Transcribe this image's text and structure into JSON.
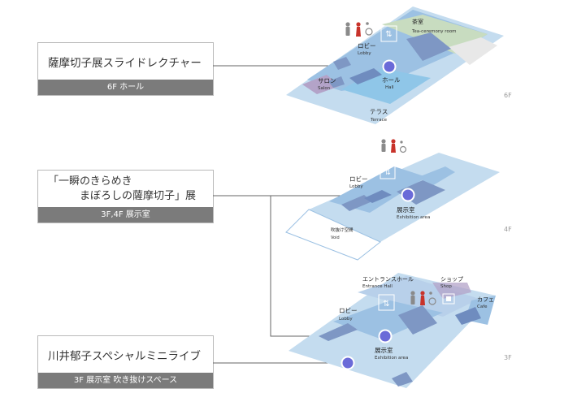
{
  "cards": [
    {
      "title_lines": [
        "薩摩切子展スライドレクチャー"
      ],
      "subtitle": "6F ホール"
    },
    {
      "title_lines": [
        "「一瞬のきらめき",
        "　　　まぼろしの薩摩切子」展"
      ],
      "subtitle": "3F,4F 展示室"
    },
    {
      "title_lines": [
        "川井郁子スペシャルミニライブ"
      ],
      "subtitle": "3F 展示室 吹き抜けスペース"
    }
  ],
  "floors": {
    "f6": {
      "floor": "6F",
      "labels": {
        "tea_jp": "茶室",
        "tea_en": "Tea-ceremony room",
        "lobby_jp": "ロビー",
        "lobby_en": "Lobby",
        "hall_jp": "ホール",
        "hall_en": "Hall",
        "salon_jp": "サロン",
        "salon_en": "Salon",
        "terrace_jp": "テラス",
        "terrace_en": "Terrace"
      }
    },
    "f4": {
      "floor": "4F",
      "labels": {
        "lobby_jp": "ロビー",
        "lobby_en": "Lobby",
        "exh_jp": "展示室",
        "exh_en": "Exhibition area",
        "void_jp": "吹抜け空間",
        "void_en": "Void"
      }
    },
    "f3": {
      "floor": "3F",
      "labels": {
        "entrance_jp": "エントランスホール",
        "entrance_en": "Entrance Hall",
        "shop_jp": "ショップ",
        "shop_en": "Shop",
        "cafe_jp": "カフェ",
        "cafe_en": "Cafe",
        "lobby_jp": "ロビー",
        "lobby_en": "Lobby",
        "exh_jp": "展示室",
        "exh_en": "Exhibition area"
      }
    }
  },
  "colors": {
    "floor_light": "#c4dcef",
    "floor_mid": "#9cc1e3",
    "room_dark": "#7e97c4",
    "hall_highlight": "#8fc6e8",
    "salon": "#b3a3c8",
    "tea_green": "#c8dcc0",
    "marker": "#6a6ad8",
    "connector": "#666666"
  },
  "icons": [
    "toilet-men-icon",
    "toilet-women-icon",
    "wheelchair-icon",
    "elevator-icon",
    "locker-icon",
    "location-marker-icon"
  ]
}
